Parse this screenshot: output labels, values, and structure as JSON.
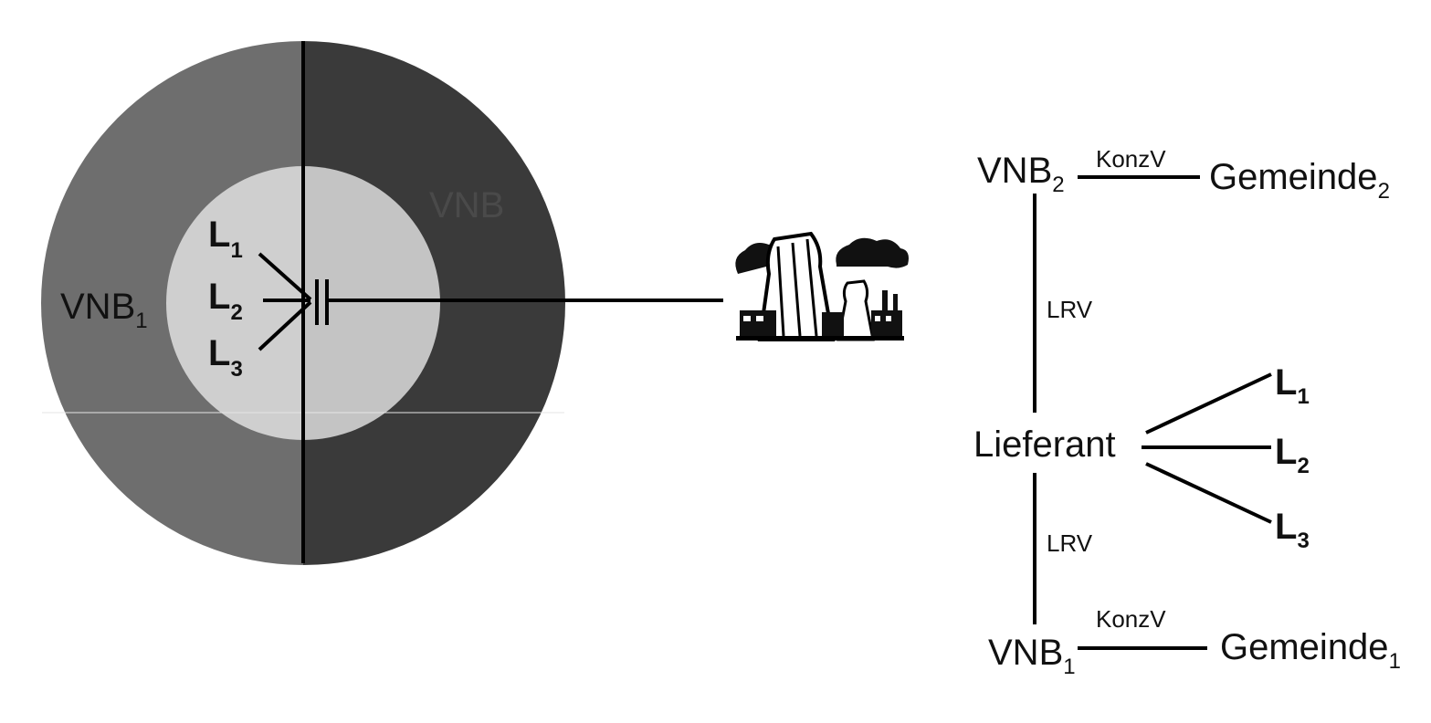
{
  "left_diagram": {
    "region_left": {
      "label": "VNB",
      "subscript": "1"
    },
    "region_right": {
      "label": "VNB",
      "subscript": ""
    },
    "consumers": [
      {
        "label": "L",
        "subscript": "1"
      },
      {
        "label": "L",
        "subscript": "2"
      },
      {
        "label": "L",
        "subscript": "3"
      }
    ],
    "colors": {
      "outer_left": "#6e6e6e",
      "outer_right": "#3a3a3a",
      "inner_left": "#cfcfcf",
      "inner_right": "#c4c4c4"
    },
    "plant_icon": "power-plant-icon"
  },
  "right_diagram": {
    "vnb_top": {
      "label": "VNB",
      "subscript": "2"
    },
    "gemeinde_top": {
      "label": "Gemeinde",
      "subscript": "2"
    },
    "konzv_top": "KonzV",
    "lrv_top": "LRV",
    "lieferant": "Lieferant",
    "lrv_bottom": "LRV",
    "vnb_bottom": {
      "label": "VNB",
      "subscript": "1"
    },
    "gemeinde_bottom": {
      "label": "Gemeinde",
      "subscript": "1"
    },
    "konzv_bottom": "KonzV",
    "consumers": [
      {
        "label": "L",
        "subscript": "1"
      },
      {
        "label": "L",
        "subscript": "2"
      },
      {
        "label": "L",
        "subscript": "3"
      }
    ]
  }
}
